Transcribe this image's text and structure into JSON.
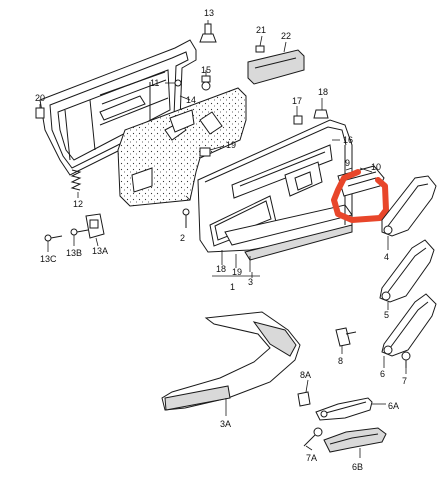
{
  "labels": {
    "l13": "13",
    "l21": "21",
    "l22": "22",
    "l15": "15",
    "l11": "11",
    "l20": "20",
    "l14": "14",
    "l17": "17",
    "l18a": "18",
    "l16": "16",
    "l19a": "19",
    "l9": "9",
    "l10": "10",
    "l12": "12",
    "l2": "2",
    "l13c": "13C",
    "l13b": "13B",
    "l13a": "13A",
    "l18b": "18",
    "l19b": "19",
    "l3": "3",
    "l1": "1",
    "l4": "4",
    "l5": "5",
    "l8": "8",
    "l6": "6",
    "l7": "7",
    "l3a": "3A",
    "l8a": "8A",
    "l6a": "6A",
    "l7a": "7A",
    "l6b": "6B"
  },
  "colors": {
    "line": "#1a1a1a",
    "highlight": "#e8462a",
    "fill_gray": "#d9d9d9",
    "background": "#ffffff"
  }
}
